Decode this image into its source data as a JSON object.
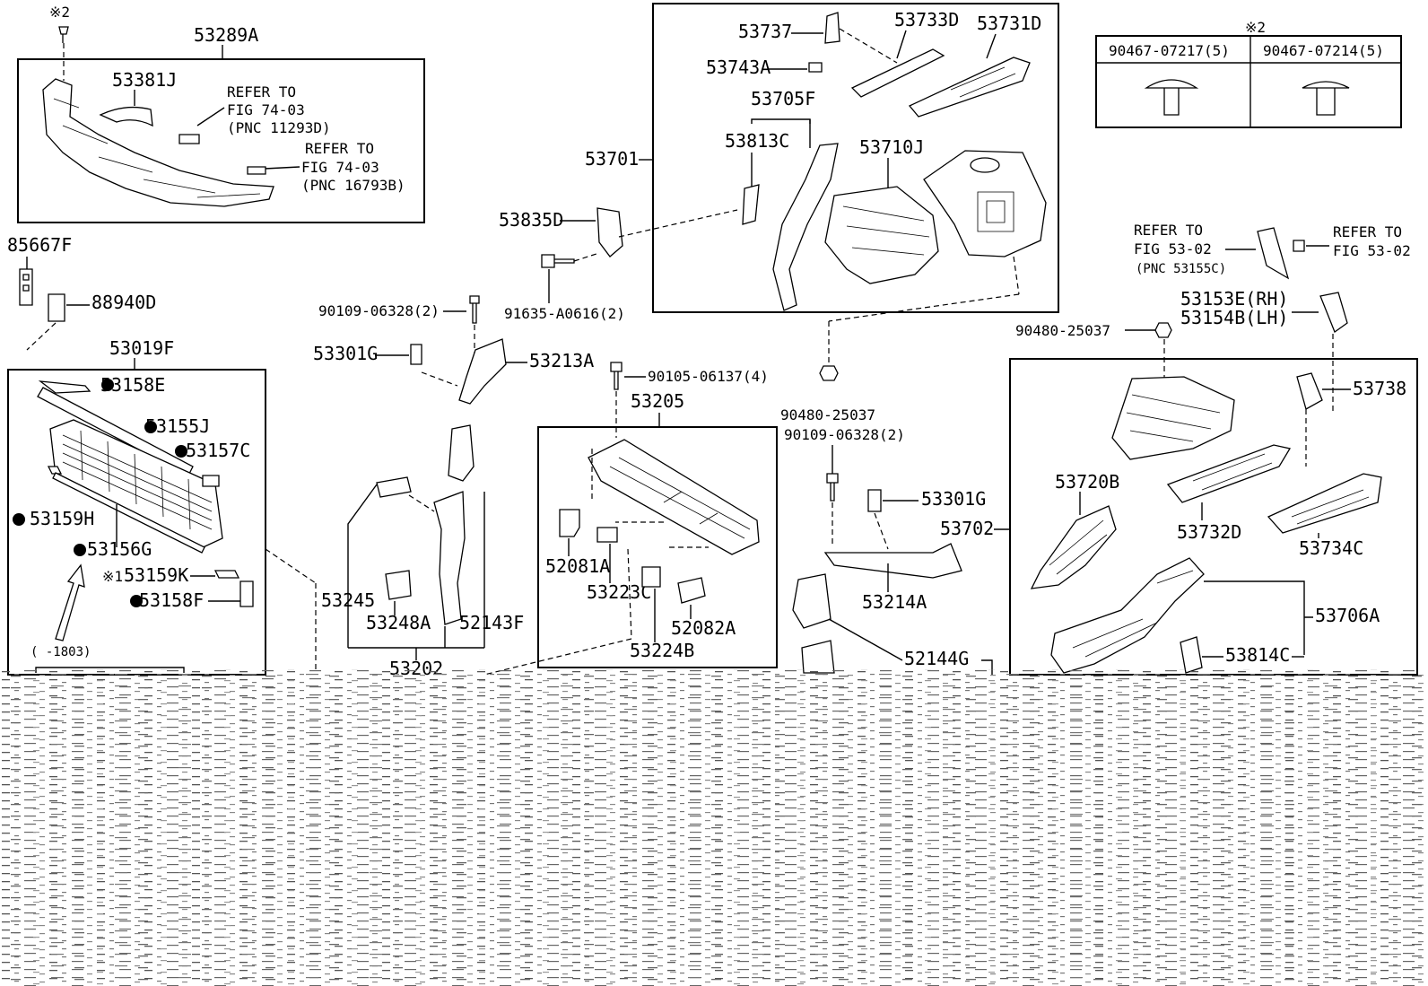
{
  "labels": {
    "star2_top": "※2",
    "p53289A": "53289A",
    "p53381J": "53381J",
    "refer1_line1": "REFER TO",
    "refer1_line2": "FIG 74-03",
    "refer1_line3": "(PNC 11293D)",
    "refer2_line1": "REFER TO",
    "refer2_line2": "FIG 74-03",
    "refer2_line3": "(PNC 16793B)",
    "p85667F": "85667F",
    "p88940D": "88940D",
    "p53019F": "53019F",
    "p53158E": "53158E",
    "p53155J": "53155J",
    "p53157C": "53157C",
    "p53159H": "53159H",
    "p53156G": "53156G",
    "p53159K": "53159K",
    "star1": "※1",
    "p53158F": "53158F",
    "date_range": "(   -1803)",
    "p53701": "53701",
    "p53737": "53737",
    "p53733D": "53733D",
    "p53731D": "53731D",
    "p53743A": "53743A",
    "p53705F": "53705F",
    "p53813C": "53813C",
    "p53710J": "53710J",
    "p53835D": "53835D",
    "p91635": "91635-A0616(2)",
    "p90109a": "90109-06328(2)",
    "p53301G_a": "53301G",
    "p53213A": "53213A",
    "p90105": "90105-06137(4)",
    "p53205": "53205",
    "p52081A": "52081A",
    "p53223C": "53223C",
    "p52082A": "52082A",
    "p53224B": "53224B",
    "p53245": "53245",
    "p53248A": "53248A",
    "p52143F": "52143F",
    "p53202": "53202",
    "p90480a": "90480-25037",
    "p90109b": "90109-06328(2)",
    "p53301G_b": "53301G",
    "p53214A": "53214A",
    "p52144G": "52144G",
    "star2_table": "※2",
    "clip_a": "90467-07217(5)",
    "clip_b": "90467-07214(5)",
    "refer3_line1": "REFER TO",
    "refer3_line2": "FIG 53-02",
    "refer3_line3": "(PNC 53155C)",
    "refer4_line1": "REFER TO",
    "refer4_line2": "FIG 53-02",
    "p53153E": "53153E(RH)",
    "p53154B": "53154B(LH)",
    "p90480b": "90480-25037",
    "p53738": "53738",
    "p53702": "53702",
    "p53720B": "53720B",
    "p53732D": "53732D",
    "p53734C": "53734C",
    "p53706A": "53706A",
    "p53814C": "53814C"
  }
}
